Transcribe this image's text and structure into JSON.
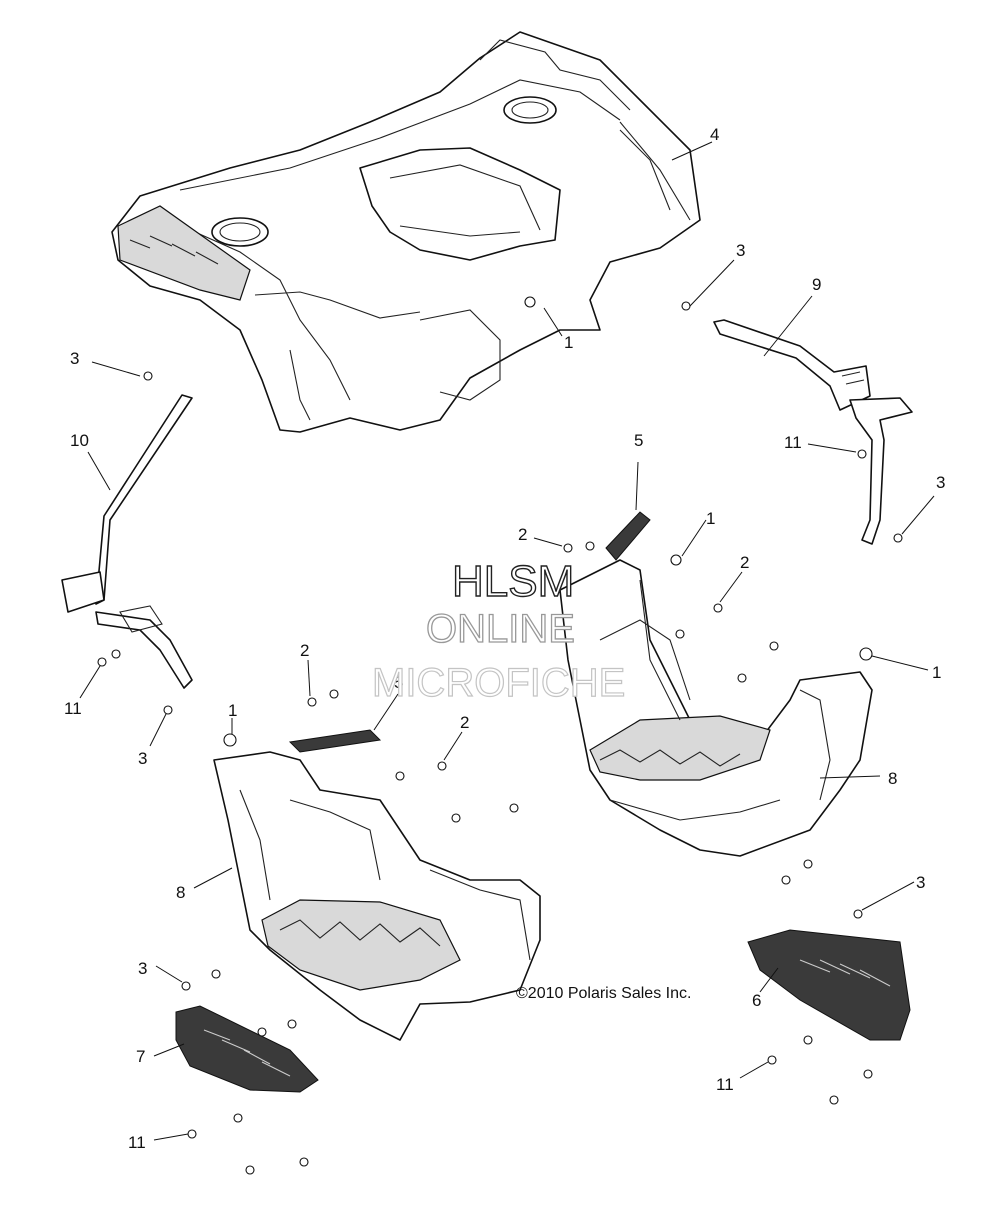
{
  "watermark": {
    "line1": "HLSM",
    "line2": "ONLINE",
    "line3": "MICROFICHE"
  },
  "copyright": "©2010 Polaris Sales Inc.",
  "callouts": {
    "c1": "1",
    "c2": "1",
    "c3": "1",
    "c4": "1",
    "c5": "2",
    "c6": "2",
    "c7": "2",
    "c8": "2",
    "c9": "3",
    "c10": "3",
    "c11": "3",
    "c12": "3",
    "c13": "3",
    "c14": "4",
    "c15": "5",
    "c16": "5",
    "c17": "6",
    "c18": "7",
    "c19": "8",
    "c20": "8",
    "c21": "9",
    "c22": "10",
    "c23": "11",
    "c24": "11",
    "c25": "11",
    "c26": "11"
  }
}
